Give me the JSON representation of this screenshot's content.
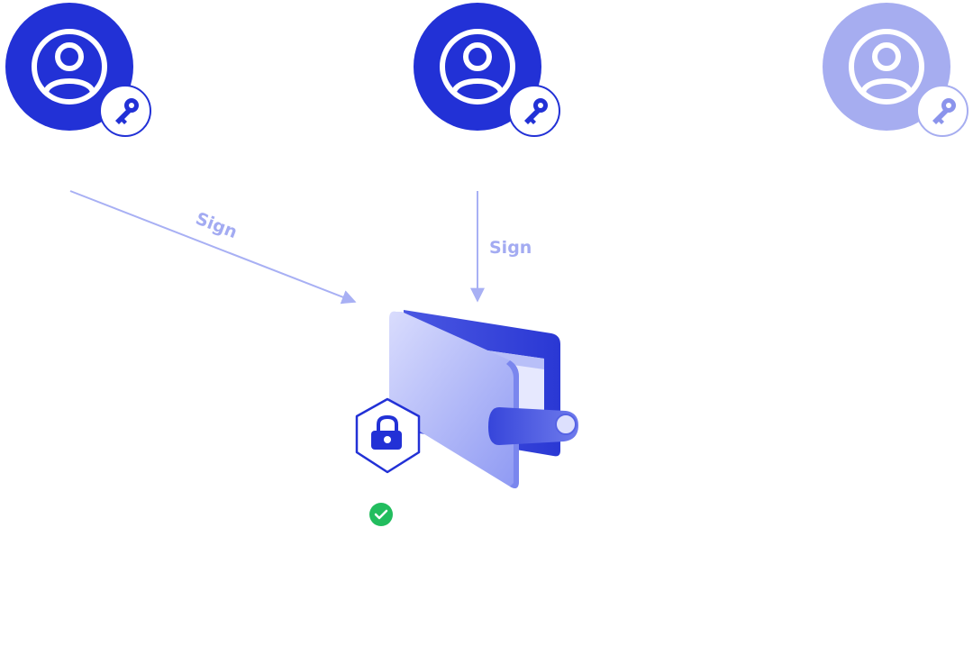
{
  "signers": [
    {
      "id": "signer-1",
      "active": true,
      "icon": "user-circle-icon",
      "badge_icon": "key-icon"
    },
    {
      "id": "signer-2",
      "active": true,
      "icon": "user-circle-icon",
      "badge_icon": "key-icon"
    },
    {
      "id": "signer-3",
      "active": false,
      "icon": "user-circle-icon",
      "badge_icon": "key-icon"
    }
  ],
  "edges": [
    {
      "from": "signer-1",
      "to": "wallet",
      "label": "Sign"
    },
    {
      "from": "signer-2",
      "to": "wallet",
      "label": "Sign"
    }
  ],
  "wallet": {
    "icon": "wallet-icon",
    "lock_icon": "shield-lock-icon",
    "status_icon": "check-circle-icon"
  },
  "colors": {
    "active": "#2231D6",
    "inactive": "#A6ADF0",
    "arrow": "#A8B0F4",
    "label": "#A3ABF2",
    "success": "#22BD5E",
    "wallet_light": "#C9CEFB",
    "wallet_mid": "#9DA6F5",
    "wallet_dark": "#3644DB"
  }
}
